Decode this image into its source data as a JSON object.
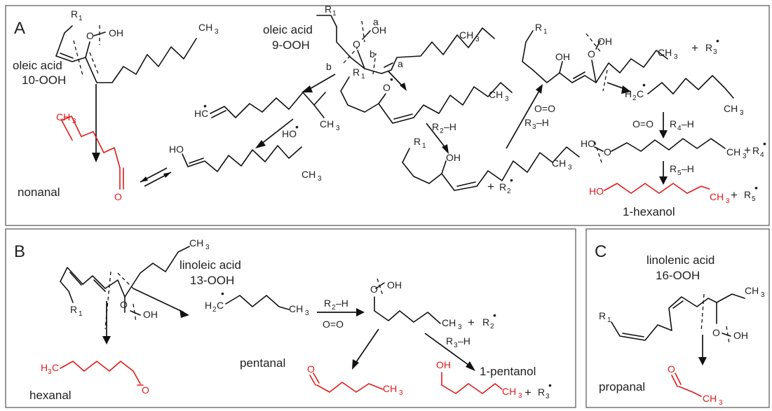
{
  "panels": {
    "A": {
      "letter": "A",
      "color": "#555555"
    },
    "B": {
      "letter": "B"
    },
    "C": {
      "letter": "C"
    }
  },
  "colors": {
    "bond": "#111111",
    "product": "#e01b1b"
  },
  "panel_a": {
    "oleic10_l1": "oleic acid",
    "oleic10_l2": "10-OOH",
    "oleic9_l1": "oleic acid",
    "oleic9_l2": "9-OOH",
    "path_a": "a",
    "path_b": "b",
    "nonanal": "nonanal",
    "hexanol": "1-hexanol",
    "r1": "R",
    "r1_sub": "1",
    "r2": "R",
    "r2_sub": "2",
    "r2h": "R",
    "r2h_sub": "2",
    "r2h_tail": "–H",
    "r3": "R",
    "r3_sub": "3",
    "r3h": "R",
    "r3h_sub": "3",
    "r3h_tail": "–H",
    "r4h": "R",
    "r4h_sub": "4",
    "r4h_tail": "–H",
    "r4": "R",
    "r4_sub": "4",
    "r5h": "R",
    "r5h_sub": "5",
    "r5h_tail": "–H",
    "r5": "R",
    "r5_sub": "5",
    "o2": "O=O",
    "ho_radical": "HO",
    "plus": "+"
  },
  "panel_b": {
    "lin_l1": "linoleic acid",
    "lin_l2": "13-OOH",
    "hexanal": "hexanal",
    "pentanal": "pentanal",
    "pentanol": "1-pentanol",
    "r2h": "R",
    "r2h_sub": "2",
    "r2h_tail": "–H",
    "r2": "R",
    "r2_sub": "2",
    "r3h": "R",
    "r3h_sub": "3",
    "r3h_tail": "–H",
    "r3": "R",
    "r3_sub": "3",
    "o2": "O=O",
    "r1": "R",
    "r1_sub": "1",
    "plus": "+"
  },
  "panel_c": {
    "linolenic_l1": "linolenic acid",
    "linolenic_l2": "16-OOH",
    "propanal": "propanal",
    "r1": "R",
    "r1_sub": "1"
  },
  "atoms": {
    "CH3": "CH",
    "three": "3",
    "H3C": "H",
    "H3C_tail": "C",
    "H2C": "H",
    "H2C_tail": "C",
    "HC": "HC",
    "OH": "OH",
    "HO": "HO",
    "O": "O",
    "Odot": "O",
    "radical": "•"
  }
}
